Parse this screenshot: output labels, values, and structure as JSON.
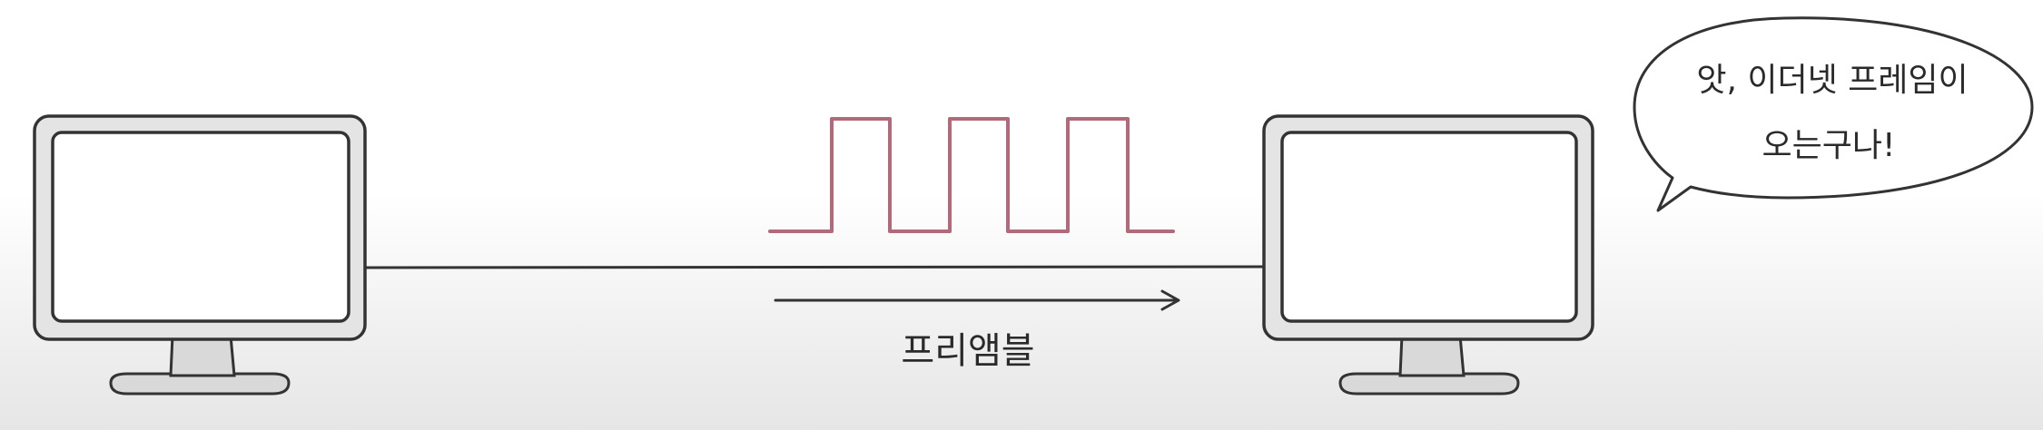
{
  "diagram": {
    "preamble_label": "프리앰블",
    "speech": {
      "line1": "앗, 이더넷 프레임이",
      "line2": "오는구나!"
    },
    "signal_color": "#b06a7a",
    "line_color": "#333333",
    "monitor_stand_color": "#d9d9d9",
    "monitor_frame_color": "#e4e4e4",
    "monitor_screen_color": "#ffffff"
  }
}
